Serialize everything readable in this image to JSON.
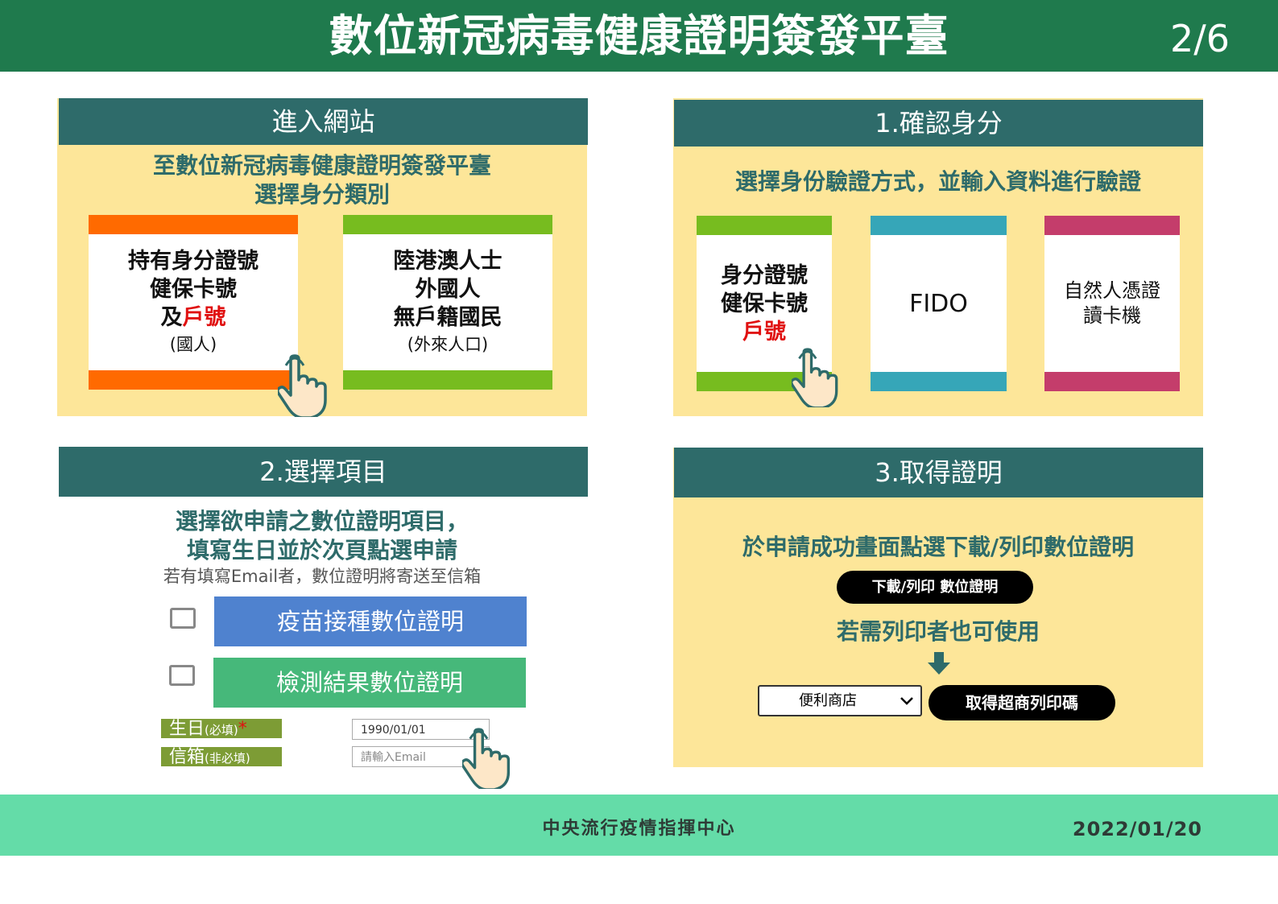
{
  "header": {
    "title": "數位新冠病毒健康證明簽發平臺",
    "page": "2/6"
  },
  "panel_enter": {
    "title": "進入網站",
    "desc_line1": "至數位新冠病毒健康證明簽發平臺",
    "desc_line2": "選擇身分類別",
    "card_citizen": {
      "line1": "持有身分證號",
      "line2": "健保卡號",
      "line3_prefix": "及",
      "line3_red": "戶號",
      "line4": "(國人)"
    },
    "card_foreign": {
      "line1": "陸港澳人士",
      "line2": "外國人",
      "line3": "無戶籍國民",
      "line4": "(外來人口)"
    }
  },
  "panel_verify": {
    "title": "1.確認身分",
    "desc": "選擇身份驗證方式，並輸入資料進行驗證",
    "card_id": {
      "line1": "身分證號",
      "line2": "健保卡號",
      "line3_red": "戶號"
    },
    "card_fido": {
      "label": "FIDO"
    },
    "card_reader": {
      "line1": "自然人憑證",
      "line2": "讀卡機"
    }
  },
  "panel_select": {
    "title": "2.選擇項目",
    "desc_line1": "選擇欲申請之數位證明項目，",
    "desc_line2": "填寫生日並於次頁點選申請",
    "note": "若有填寫Email者，數位證明將寄送至信箱",
    "option_vaccine": "疫苗接種數位證明",
    "option_test": "檢測結果數位證明",
    "birthday_label": "生日",
    "birthday_req": "(必填)",
    "birthday_star": "*",
    "birthday_value": "1990/01/01",
    "email_label": "信箱",
    "email_opt": "(非必填)",
    "email_placeholder": "請輸入Email"
  },
  "panel_get": {
    "title": "3.取得證明",
    "desc": "於申請成功畫面點選下載/列印數位證明",
    "download_button": "下載/列印 數位證明",
    "desc2": "若需列印者也可使用",
    "store_select": "便利商店",
    "get_code_button": "取得超商列印碼"
  },
  "footer": {
    "org": "中央流行疫情指揮中心",
    "date": "2022/01/20"
  },
  "colors": {
    "header": "#1f7a4d",
    "panel_head": "#2e6b6a",
    "panel_bg": "#fde699",
    "orange": "#ff6a00",
    "green": "#77bc1f",
    "teal": "#36a6b8",
    "magenta": "#c43d6b",
    "blue_button": "#4f82cf",
    "green_button": "#46b87a",
    "footer": "#64dca8"
  },
  "icons": [
    "hand-pointer-icon",
    "arrow-down-icon",
    "chevron-down-icon",
    "checkbox-icon"
  ]
}
